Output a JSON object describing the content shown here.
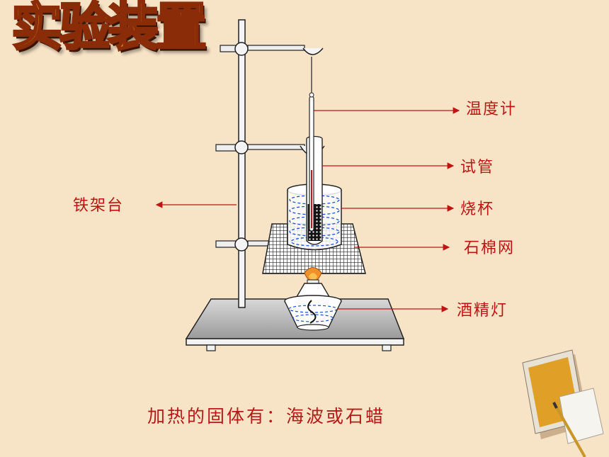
{
  "title": "实验装置",
  "labels": {
    "thermometer": "温度计",
    "test_tube": "试管",
    "stand": "铁架台",
    "beaker": "烧杯",
    "gauze": "石棉网",
    "lamp": "酒精灯"
  },
  "caption": "加热的固体有：海波或石蜡",
  "colors": {
    "background": "#f7e3c6",
    "label_red": "#c01414",
    "title_gold": "#f2b020",
    "water_blue": "#1a4fd6"
  }
}
